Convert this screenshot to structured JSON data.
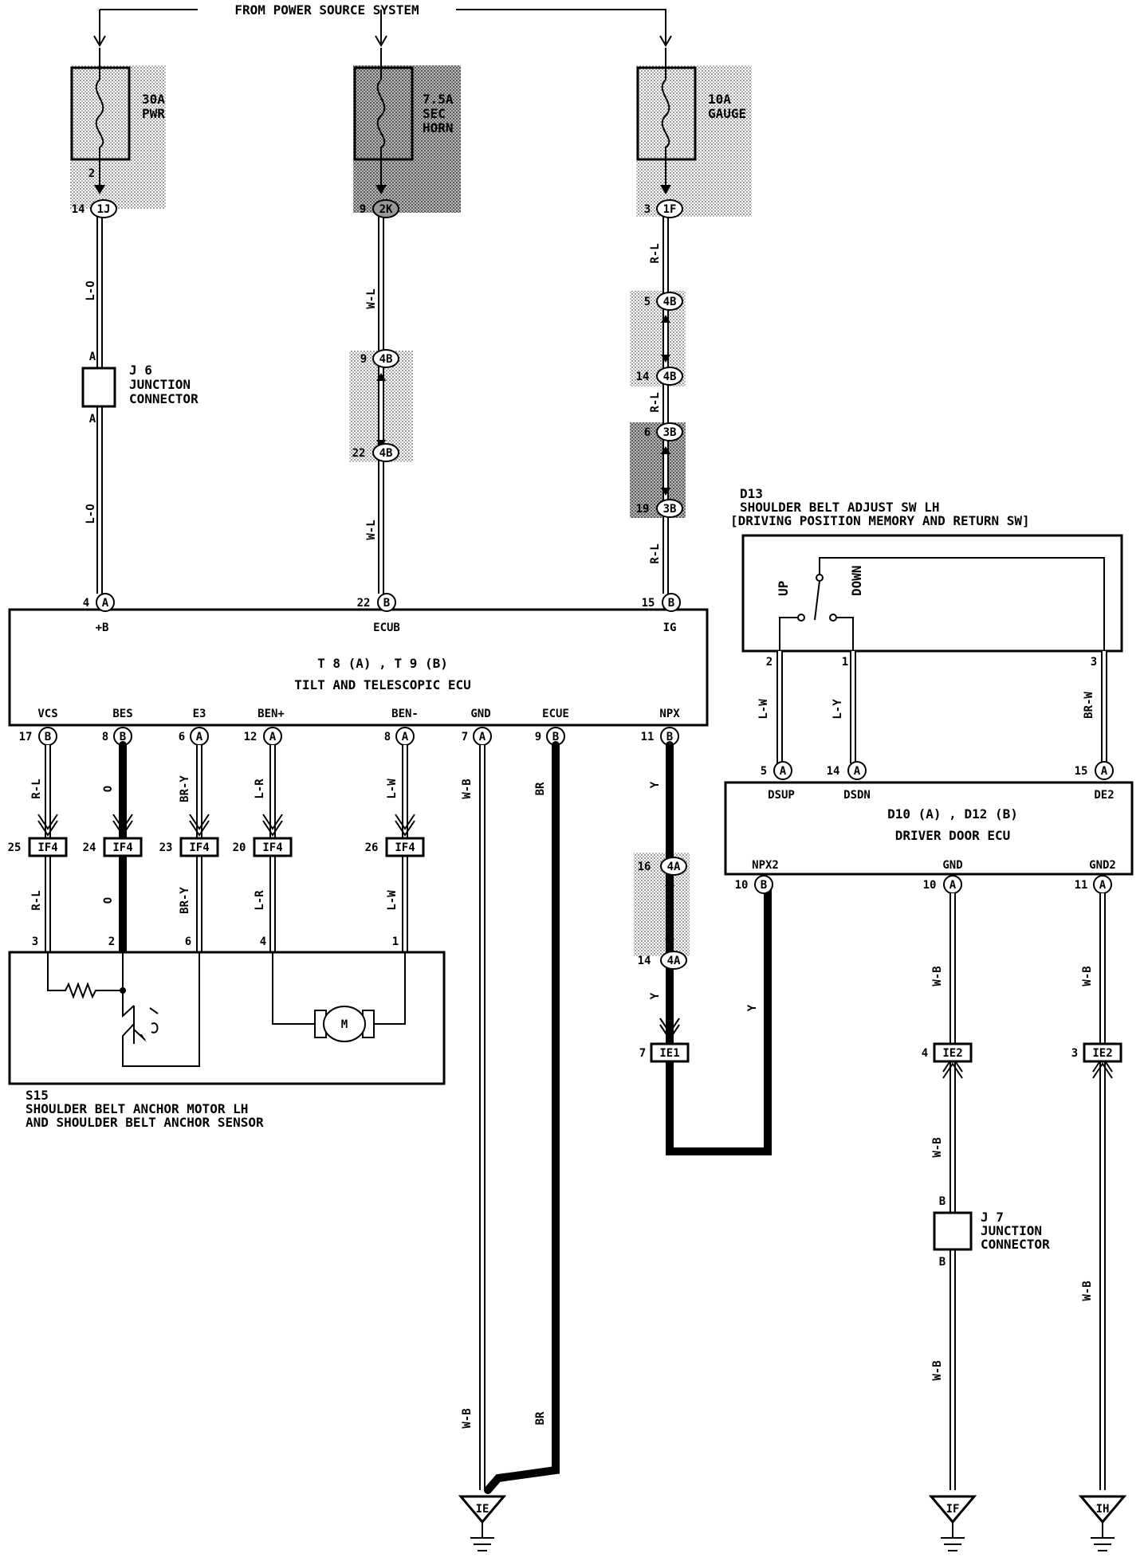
{
  "header": {
    "source": "FROM POWER SOURCE SYSTEM"
  },
  "fuses": [
    {
      "rating": "30A",
      "name": "PWR"
    },
    {
      "rating": "7.5A",
      "name": "SEC",
      "name2": "HORN"
    },
    {
      "rating": "10A",
      "name": "GAUGE"
    }
  ],
  "junctions": {
    "j6": {
      "id": "J 6",
      "desc1": "JUNCTION",
      "desc2": "CONNECTOR",
      "pin": "A"
    },
    "j7": {
      "id": "J 7",
      "desc1": "JUNCTION",
      "desc2": "CONNECTOR",
      "pin": "B"
    }
  },
  "tilt_ecu": {
    "title": "T 8 (A) , T 9 (B)",
    "name": "TILT AND TELESCOPIC ECU",
    "top_pins": [
      {
        "num": "4",
        "con": "A",
        "label": "+B"
      },
      {
        "num": "22",
        "con": "B",
        "label": "ECUB"
      },
      {
        "num": "15",
        "con": "B",
        "label": "IG"
      }
    ],
    "bottom_pins": [
      {
        "num": "17",
        "con": "B",
        "label": "VCS"
      },
      {
        "num": "8",
        "con": "B",
        "label": "BES"
      },
      {
        "num": "6",
        "con": "A",
        "label": "E3"
      },
      {
        "num": "12",
        "con": "A",
        "label": "BEN+"
      },
      {
        "num": "8",
        "con": "A",
        "label": "BEN-"
      },
      {
        "num": "7",
        "con": "A",
        "label": "GND"
      },
      {
        "num": "9",
        "con": "B",
        "label": "ECUE"
      },
      {
        "num": "11",
        "con": "B",
        "label": "NPX"
      }
    ]
  },
  "d13": {
    "id": "D13",
    "name": "SHOULDER BELT ADJUST SW LH",
    "sub": "[DRIVING POSITION MEMORY AND RETURN SW]",
    "up": "UP",
    "down": "DOWN",
    "pins": [
      "2",
      "1",
      "3"
    ]
  },
  "door_ecu": {
    "title": "D10 (A) , D12 (B)",
    "name": "DRIVER DOOR ECU",
    "top_pins": [
      {
        "num": "5",
        "con": "A",
        "label": "DSUP"
      },
      {
        "num": "14",
        "con": "A",
        "label": "DSDN"
      },
      {
        "num": "15",
        "con": "A",
        "label": "DE2"
      }
    ],
    "bottom_pins": [
      {
        "num": "10",
        "con": "B",
        "label": "NPX2"
      },
      {
        "num": "10",
        "con": "A",
        "label": "GND"
      },
      {
        "num": "11",
        "con": "A",
        "label": "GND2"
      }
    ]
  },
  "s15": {
    "id": "S15",
    "name1": "SHOULDER BELT ANCHOR MOTOR LH",
    "name2": "AND SHOULDER BELT ANCHOR SENSOR",
    "motor": "M",
    "pins": [
      "3",
      "2",
      "6",
      "4",
      "1"
    ]
  },
  "if4": {
    "label": "IF4",
    "pins": [
      "25",
      "24",
      "23",
      "20",
      "26"
    ]
  },
  "ie": [
    {
      "label": "IE1",
      "pin": "7"
    },
    {
      "label": "IE2",
      "pin": "4"
    },
    {
      "label": "IE2",
      "pin": "3"
    }
  ],
  "grounds": [
    "IE",
    "IF",
    "IH"
  ],
  "inline": {
    "col1": [
      {
        "pin": "2"
      },
      {
        "pin": "14",
        "con": "1J"
      }
    ],
    "col2": [
      {
        "pin": "9",
        "con": "2K"
      },
      {
        "pin": "9",
        "con": "4B"
      },
      {
        "pin": "22",
        "con": "4B"
      }
    ],
    "col3": [
      {
        "pin": "3",
        "con": "1F"
      },
      {
        "pin": "5",
        "con": "4B"
      },
      {
        "pin": "14",
        "con": "4B"
      },
      {
        "pin": "6",
        "con": "3B"
      },
      {
        "pin": "19",
        "con": "3B"
      }
    ],
    "npx": [
      {
        "pin": "16",
        "con": "4A"
      },
      {
        "pin": "14",
        "con": "4A"
      }
    ]
  },
  "wire_colors": {
    "pwr": "L-O",
    "horn": "W-L",
    "ig": "R-L",
    "vcs": "R-L",
    "bes": "O",
    "e3": "BR-Y",
    "ben_p": "L-R",
    "ben_m": "L-W",
    "gnd": "W-B",
    "ecue": "BR",
    "npx": "Y",
    "dsup": "L-W",
    "dsdn": "L-Y",
    "de2": "BR-W",
    "gnd_door": "W-B",
    "gnd2_door": "W-B"
  }
}
